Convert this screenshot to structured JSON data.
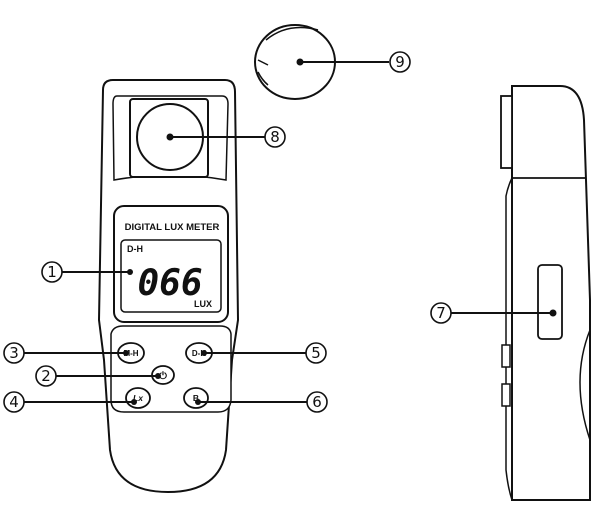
{
  "diagram": {
    "title": "",
    "screen": {
      "header": "DIGITAL LUX METER",
      "mode": "D-H",
      "reading": "066",
      "unit": "LUX"
    },
    "buttons": {
      "mh": "M-H",
      "power": "⏻",
      "dh": "D-H",
      "lx": "Lx",
      "b": "B"
    },
    "callouts": [
      "1",
      "2",
      "3",
      "4",
      "5",
      "6",
      "7",
      "8",
      "9"
    ]
  }
}
